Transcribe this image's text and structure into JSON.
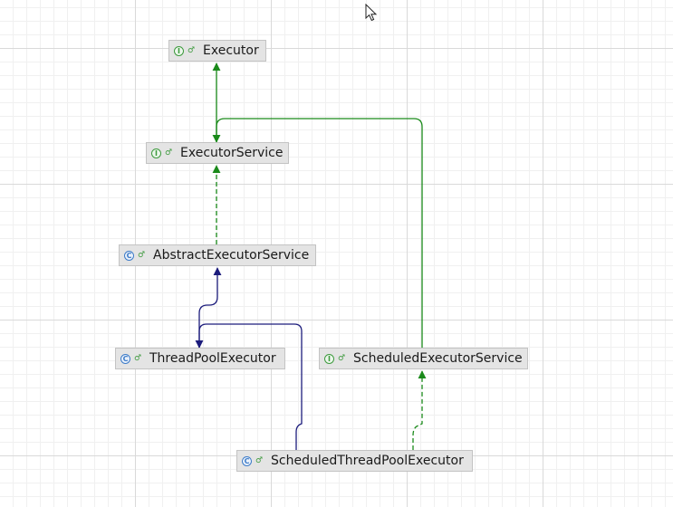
{
  "colors": {
    "interface_edge": "#1a8a1a",
    "class_edge": "#1c1c7c",
    "node_fill": "#e4e4e4",
    "node_border": "#c3c3c3"
  },
  "nodes": [
    {
      "id": "executor",
      "label": "Executor",
      "kind": "interface",
      "kind_glyph": "I",
      "visibility_icon": "public-access-icon"
    },
    {
      "id": "executor-service",
      "label": "ExecutorService",
      "kind": "interface",
      "kind_glyph": "I",
      "visibility_icon": "public-access-icon"
    },
    {
      "id": "abstract-executor-service",
      "label": "AbstractExecutorService",
      "kind": "class",
      "kind_glyph": "C",
      "visibility_icon": "public-access-icon"
    },
    {
      "id": "thread-pool-executor",
      "label": "ThreadPoolExecutor",
      "kind": "class",
      "kind_glyph": "C",
      "visibility_icon": "public-access-icon"
    },
    {
      "id": "scheduled-executor-service",
      "label": "ScheduledExecutorService",
      "kind": "interface",
      "kind_glyph": "I",
      "visibility_icon": "public-access-icon"
    },
    {
      "id": "scheduled-thread-pool-executor",
      "label": "ScheduledThreadPoolExecutor",
      "kind": "class",
      "kind_glyph": "C",
      "visibility_icon": "public-access-icon"
    }
  ],
  "edges": [
    {
      "from": "executor-service",
      "to": "executor",
      "relation": "extends",
      "style": "solid"
    },
    {
      "from": "scheduled-executor-service",
      "to": "executor-service",
      "relation": "extends",
      "style": "solid"
    },
    {
      "from": "abstract-executor-service",
      "to": "executor-service",
      "relation": "implements",
      "style": "dashed"
    },
    {
      "from": "thread-pool-executor",
      "to": "abstract-executor-service",
      "relation": "extends",
      "style": "solid"
    },
    {
      "from": "scheduled-thread-pool-executor",
      "to": "thread-pool-executor",
      "relation": "extends",
      "style": "solid"
    },
    {
      "from": "scheduled-thread-pool-executor",
      "to": "scheduled-executor-service",
      "relation": "implements",
      "style": "dashed"
    }
  ],
  "cursor_icon": "mouse-pointer-icon"
}
